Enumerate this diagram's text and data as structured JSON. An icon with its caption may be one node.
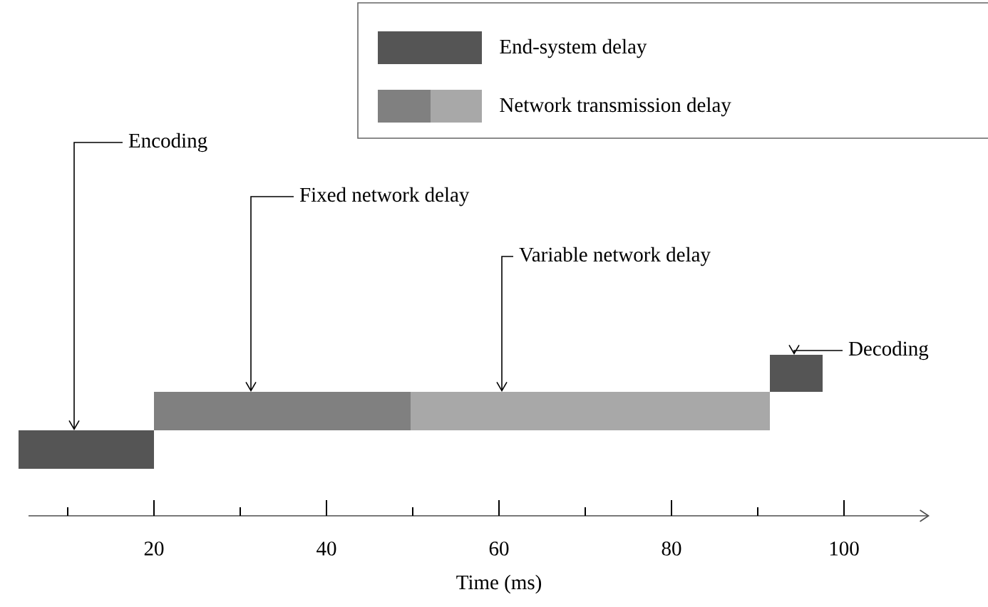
{
  "diagram": {
    "nodes": [
      {
        "text": [
          "Encoding"
        ]
      },
      {
        "text": [
          "Fixed network delay"
        ]
      },
      {
        "text": [
          "Variable network delay"
        ]
      },
      {
        "text": [
          "Decoding"
        ]
      },
      {
        "text": [],
        "shape": "bar"
      },
      {
        "text": [],
        "shape": "bar"
      },
      {
        "text": [],
        "shape": "bar"
      },
      {
        "text": [],
        "shape": "bar"
      }
    ],
    "edges": [
      {
        "from": 0,
        "to": 4,
        "arrow": "to"
      },
      {
        "from": 1,
        "to": 5,
        "arrow": "to"
      },
      {
        "from": 2,
        "to": 6,
        "arrow": "to"
      },
      {
        "from": 3,
        "to": 7,
        "arrow": "to"
      }
    ],
    "labels": [
      "20",
      "40",
      "60",
      "80",
      "100",
      "Time (ms)"
    ],
    "legend": [
      {
        "text": "End-system delay",
        "color": "#555555"
      },
      {
        "text": "Network transmission delay"
      }
    ]
  }
}
